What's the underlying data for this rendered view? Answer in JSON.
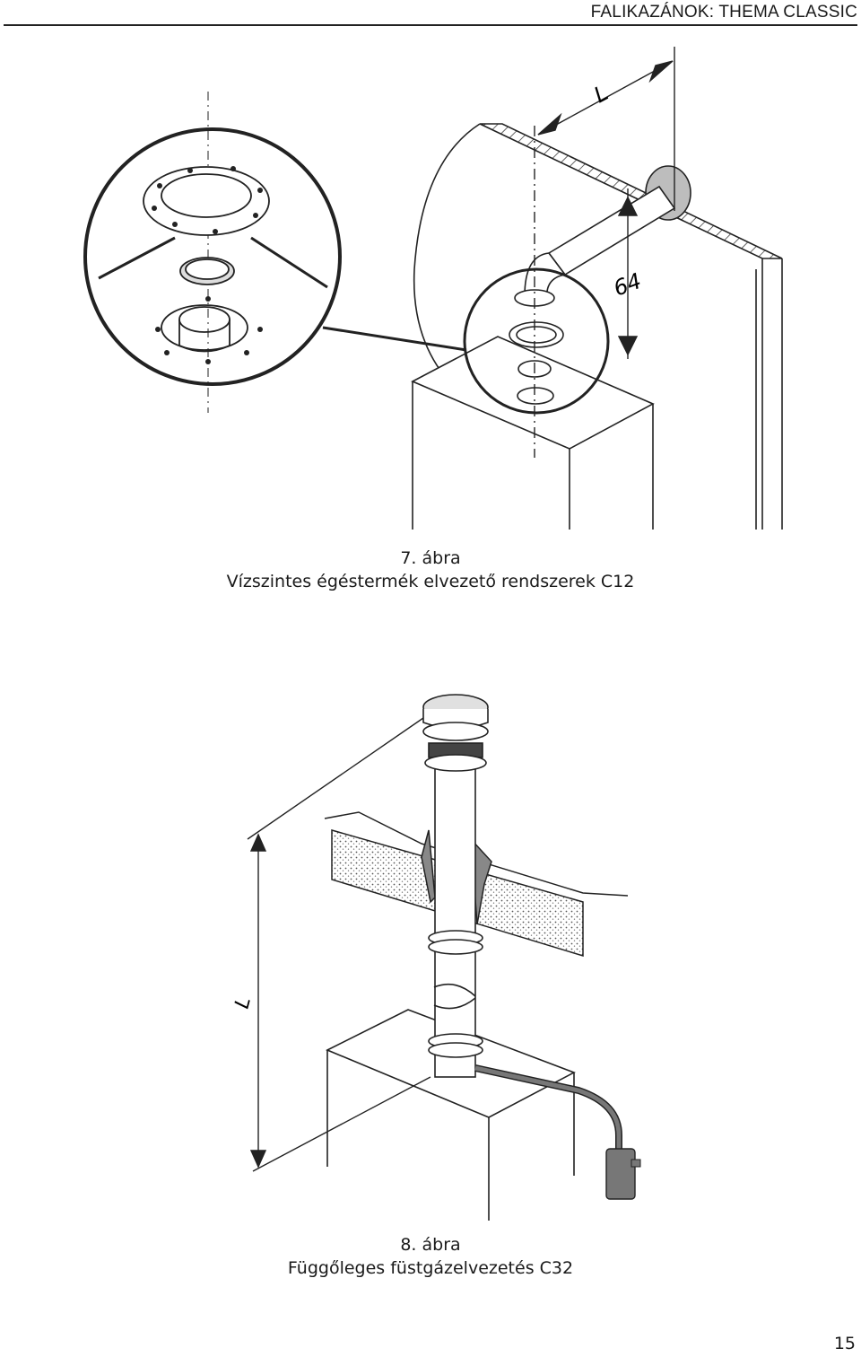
{
  "header": {
    "title": "FALIKAZÁNOK: THEMA CLASSIC"
  },
  "figure7": {
    "number_label": "7. ábra",
    "caption": "Vízszintes égéstermék elvezető rendszerek C12",
    "dimension_L": "L",
    "dimension_64": "64"
  },
  "figure8": {
    "number_label": "8. ábra",
    "caption": "Függőleges füstgázelvezetés C32",
    "dimension_L": "L"
  },
  "page_number": "15"
}
